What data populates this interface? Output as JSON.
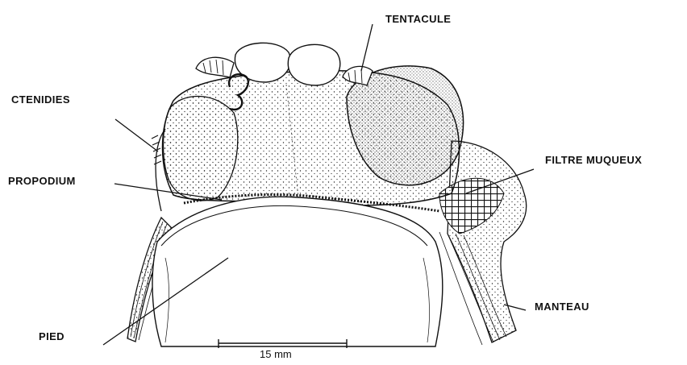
{
  "labels": {
    "tentacule": "TENTACULE",
    "ctenidies": "CTENIDIES",
    "filtre_muqueux": "FILTRE MUQUEUX",
    "propodium": "PROPODIUM",
    "manteau": "MANTEAU",
    "pied": "PIED"
  },
  "scale_bar": {
    "label": "15 mm"
  },
  "colors": {
    "ink": "#111111",
    "paper": "#ffffff"
  }
}
